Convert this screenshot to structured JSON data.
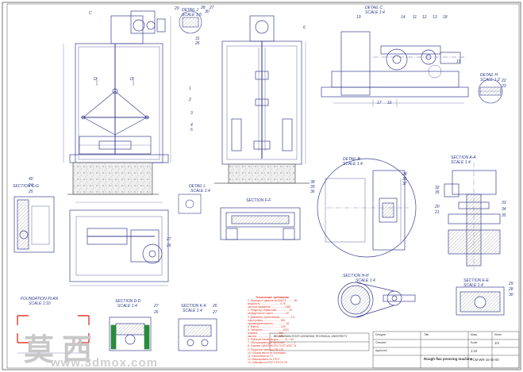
{
  "labels": {
    "section_gg": "SECTION G-G",
    "section_ff": "SECTION F-F",
    "section_kk": "SECTION K-K",
    "section_dd": "SECTION D-D",
    "section_hh": "SECTION H-H",
    "section_aa": "SECTION A-A",
    "section_ee": "SECTION E-E",
    "foundation": "FOUNDATION PLAN",
    "foundation_scale": "SCALE 1:10",
    "scale_14": "SCALE 1:4",
    "scale_15": "SCALE 1:5",
    "scale_12": "SCALE 1:2",
    "detail_j": "DETAIL J",
    "detail_c": "DETAIL C",
    "detail_h": "DETAIL H",
    "detail_b": "DETAIL B",
    "detail_l": "DETAIL L",
    "view_c": "C",
    "view_d": "D"
  },
  "balloons": {
    "top_right": [
      "29",
      "28",
      "30",
      "27",
      "31",
      "26"
    ],
    "detail_c_row": [
      "14",
      "11",
      "12",
      "13",
      "18",
      "19",
      "17",
      "16",
      "15"
    ],
    "detail_h": [
      "22",
      "23"
    ],
    "main": [
      "1",
      "2",
      "3",
      "4",
      "5",
      "6"
    ],
    "detail_b": [
      "24",
      "31",
      "37",
      "38",
      "39",
      "36"
    ],
    "section_aa": [
      "32",
      "35",
      "20",
      "21",
      "33",
      "34",
      "35"
    ],
    "section_gg": [
      "40",
      "24",
      "25"
    ],
    "section_ee": [
      "29",
      "28",
      "30"
    ],
    "section_dd": [
      "27",
      "26"
    ],
    "section_kk": [
      "26",
      "27"
    ],
    "detail_j": [
      "27",
      "26"
    ]
  },
  "spec": {
    "title": "Технические требования",
    "lines": [
      "1. Привод от двигателя 4АМ71 ......... 85",
      "   мощность ......................... 0,75",
      "   частота вращения ................. 1380",
      "2. Редуктор червячный ............... 20",
      "   передаточное число ............... 40",
      "3. Давление прессования ............. 2,5",
      "   ход ползуна ...................... 300",
      "   производительность ............... 15",
      "4. Масса ............................ 220",
      "5. Габариты ......................... 1420",
      "   ширина ........................... 800",
      "   высота ........................... 1900",
      "6. Рабочая температура ....... -5...+40",
      "7. Обслуживающий персонал ........... 1",
      "8. Смазка: ЦИАТИМ-201 ГОСТ 6267-74",
      "9. Покрытие эмалью ПФ-115",
      "10. Сборку вести по чертежам",
      "11. Испытания по ТУ",
      "12. Маркировать по ГОСТ",
      "13. Упаковка по ГОСТ 23170-78",
      "14. Гарантийный срок 12 мес.",
      "15. Остальное по ТУ РБ 800011.106",
      "16. Общие допуски по ISO 2768-m",
      "17. * Размеры для справок",
      "18. Фундаментная плита, стр. 2/3"
    ]
  },
  "title_block": {
    "name": "Rough flax pressing machine",
    "doc": "FCM-WR-15-00-00",
    "sheet": "1/4",
    "scale": "1:10",
    "org": "BELARUSIAN STATE AGRARIAN TECHNICAL UNIVERSITY",
    "field_designer": "Designer",
    "field_checked": "Checked",
    "field_approved": "Approved",
    "field_title": "Title",
    "field_mass": "Mass",
    "field_scale": "Scale",
    "field_sheet": "Sheet"
  },
  "watermark": {
    "glyphs": [
      "莫",
      "西"
    ],
    "url": "www.3dmox.com"
  },
  "colors": {
    "line": "#3b3f8f",
    "hatch": "#6a6a6a",
    "red": "#e53b2c",
    "green": "#2b8a3e",
    "concrete": "#9b9b9b"
  }
}
